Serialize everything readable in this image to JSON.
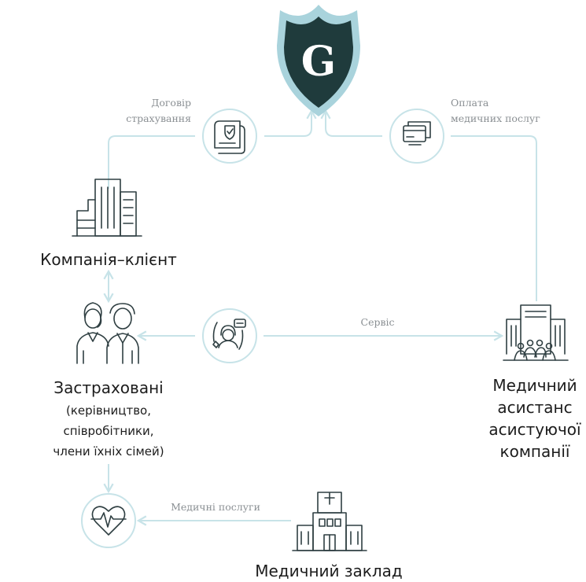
{
  "logo": {
    "letter": "G"
  },
  "labels": {
    "insurance_contract": [
      "Договір",
      "страхування"
    ],
    "payment": [
      "Оплата",
      "медичних послуг"
    ],
    "service": "Сервіс",
    "medical_services": "Медичні послуги"
  },
  "nodes": {
    "client_company": "Компанія–клієнт",
    "insured_title": "Застраховані",
    "insured_sub": [
      "(керівництво,",
      "співробітники,",
      "члени їхніх сімей)"
    ],
    "assistance": [
      "Медичний",
      "асистанс",
      "асистуючої",
      "компанії"
    ],
    "medical_facility": "Медичний заклад"
  },
  "colors": {
    "shield_outer": "#a9d3dc",
    "shield_inner": "#1f3b3c",
    "connector": "#c7e3e8",
    "icon_ink": "#2f3f42",
    "label_gray": "#8a8f93"
  }
}
